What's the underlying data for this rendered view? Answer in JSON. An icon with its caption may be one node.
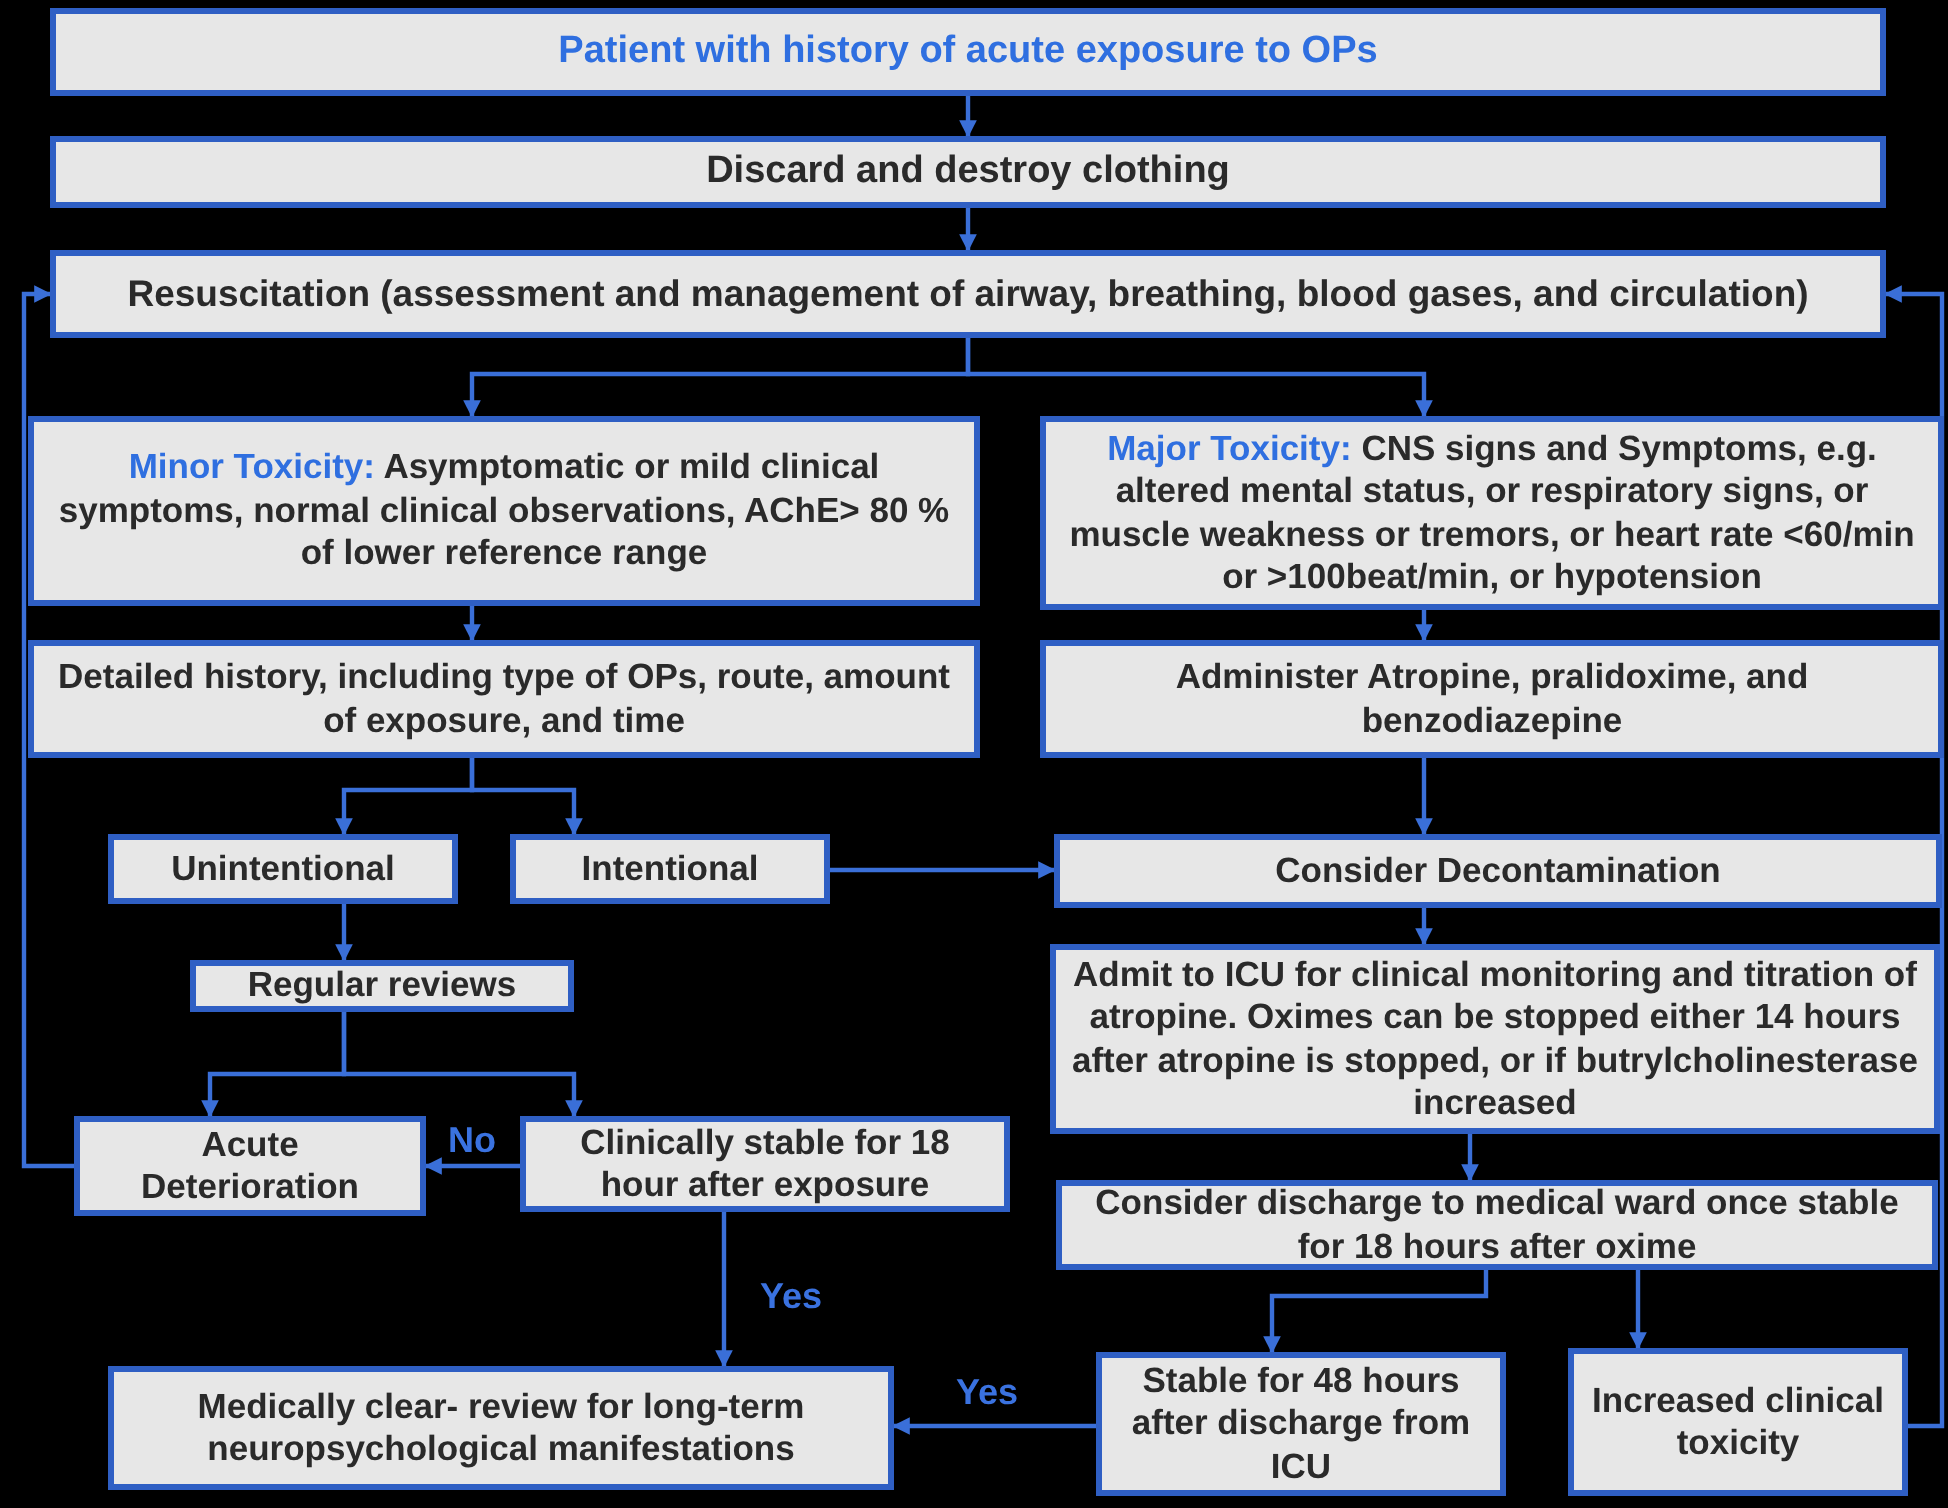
{
  "diagram": {
    "nodes": [
      {
        "text": [
          "Patient with history of acute exposure to OPs"
        ]
      },
      {
        "text": [
          "Discard and destroy clothing"
        ]
      },
      {
        "text": [
          "Resuscitation (assessment and management of airway, breathing, blood gases, and circulation)"
        ]
      },
      {
        "text": [
          "Minor Toxicity:",
          "Asymptomatic or mild clinical symptoms, normal clinical observations, AChE> 80 % of lower reference range"
        ]
      },
      {
        "text": [
          "Major Toxicity:",
          "CNS signs and Symptoms, e.g. altered mental status, or respiratory signs, or muscle weakness or tremors, or heart rate <60/min or >100beat/min, or hypotension"
        ]
      },
      {
        "text": [
          "Detailed history, including type of OPs, route, amount of exposure, and time"
        ]
      },
      {
        "text": [
          "Administer Atropine, pralidoxime, and benzodiazepine"
        ]
      },
      {
        "text": [
          "Unintentional"
        ]
      },
      {
        "text": [
          "Intentional"
        ]
      },
      {
        "text": [
          "Consider Decontamination"
        ]
      },
      {
        "text": [
          "Admit to ICU for clinical monitoring and titration of atropine. Oximes can be stopped either 14 hours after atropine is stopped, or if butrylcholinesterase increased"
        ]
      },
      {
        "text": [
          "Regular reviews"
        ]
      },
      {
        "text": [
          "Acute Deterioration"
        ]
      },
      {
        "text": [
          "Clinically stable for 18 hour after exposure"
        ]
      },
      {
        "text": [
          "Consider discharge to medical ward once stable for 18 hours after oxime"
        ]
      },
      {
        "text": [
          "Medically clear-  review for long-term neuropsychological manifestations"
        ]
      },
      {
        "text": [
          "Stable for 48 hours after discharge from ICU"
        ]
      },
      {
        "text": [
          "Increased clinical toxicity"
        ]
      }
    ],
    "edges": [
      {
        "from": 0,
        "to": 1,
        "arrow": "to"
      },
      {
        "from": 1,
        "to": 2,
        "arrow": "to"
      },
      {
        "from": 2,
        "to": 3,
        "arrow": "to"
      },
      {
        "from": 2,
        "to": 4,
        "arrow": "to"
      },
      {
        "from": 3,
        "to": 5,
        "arrow": "to"
      },
      {
        "from": 4,
        "to": 6,
        "arrow": "to"
      },
      {
        "from": 5,
        "to": 7,
        "arrow": "to"
      },
      {
        "from": 5,
        "to": 8,
        "arrow": "to"
      },
      {
        "from": 6,
        "to": 9,
        "arrow": "to"
      },
      {
        "from": 8,
        "to": 9,
        "arrow": "to"
      },
      {
        "from": 9,
        "to": 10,
        "arrow": "to"
      },
      {
        "from": 7,
        "to": 11,
        "arrow": "to"
      },
      {
        "from": 11,
        "to": 12,
        "arrow": "to"
      },
      {
        "from": 11,
        "to": 13,
        "arrow": "to"
      },
      {
        "from": 13,
        "to": 12,
        "arrow": "to",
        "label": "No"
      },
      {
        "from": 12,
        "to": 2,
        "arrow": "to"
      },
      {
        "from": 13,
        "to": 15,
        "arrow": "to",
        "label": "Yes"
      },
      {
        "from": 10,
        "to": 14,
        "arrow": "to"
      },
      {
        "from": 14,
        "to": 16,
        "arrow": "to"
      },
      {
        "from": 14,
        "to": 17,
        "arrow": "to"
      },
      {
        "from": 16,
        "to": 15,
        "arrow": "to",
        "label": "Yes"
      },
      {
        "from": 17,
        "to": 2,
        "arrow": "to"
      }
    ]
  }
}
